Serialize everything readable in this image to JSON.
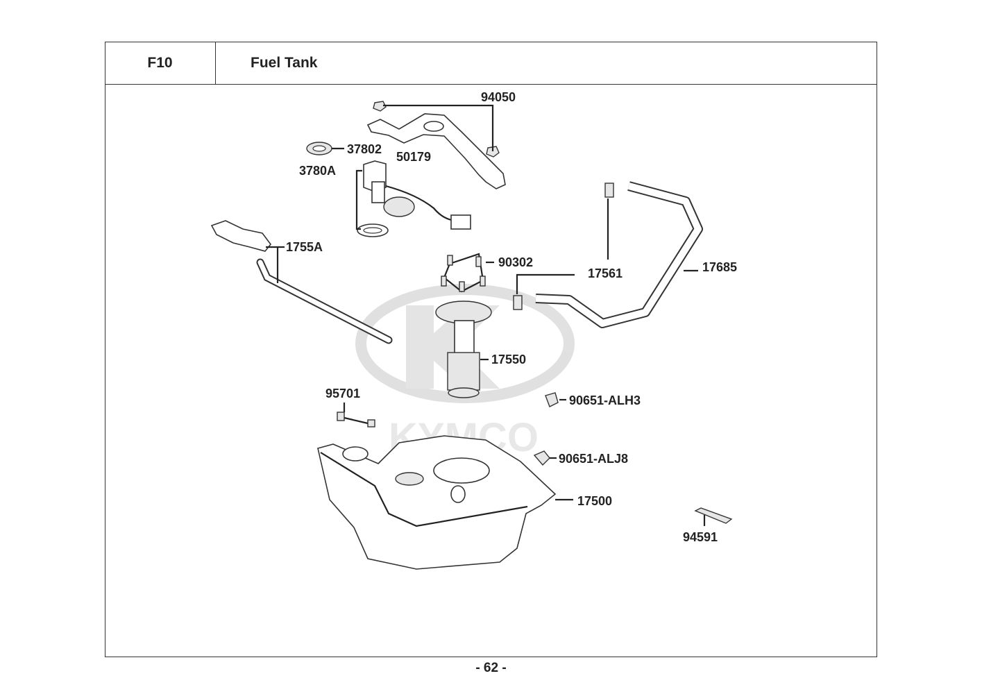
{
  "header": {
    "code": "F10",
    "title": "Fuel Tank"
  },
  "page_number": "- 62 -",
  "watermark": {
    "brand": "KYMCO"
  },
  "parts": {
    "p94050": "94050",
    "p37802": "37802",
    "p50179": "50179",
    "p3780A": "3780A",
    "p1755A": "1755A",
    "p90302": "90302",
    "p17561": "17561",
    "p17685": "17685",
    "p17550": "17550",
    "p95701": "95701",
    "p90651_ALH3": "90651-ALH3",
    "p90651_ALJ8": "90651-ALJ8",
    "p17500": "17500",
    "p94591": "94591"
  }
}
